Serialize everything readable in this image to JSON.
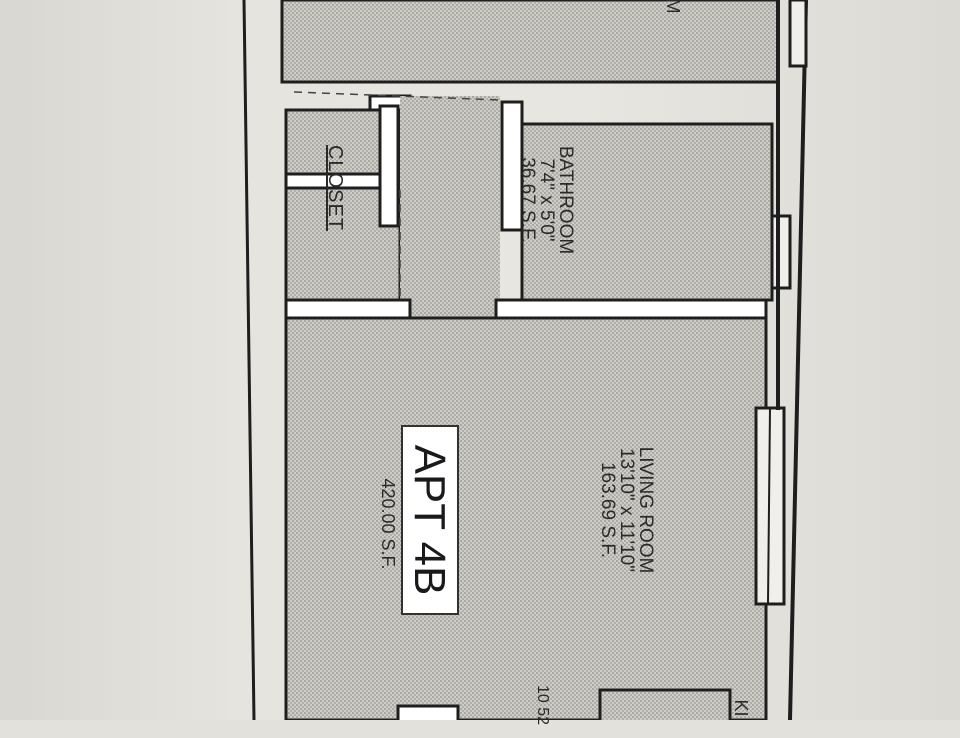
{
  "plan": {
    "colors": {
      "paper": "#e3e1dc",
      "wall": "#1e1e1e",
      "stipple": "#b9b8b3",
      "tag_bg": "#ffffff"
    },
    "rooms": {
      "bathroom": {
        "name": "BATHROOM",
        "dimensions": "7'4\" x 5'0\"",
        "area": "36.67 S.F."
      },
      "closet": {
        "name": "CLOSET"
      },
      "living_room": {
        "name": "LIVING ROOM",
        "dimensions": "13'10\" x 11'10\"",
        "area": "163.69 S.F."
      }
    },
    "unit": {
      "name": "APT 4B",
      "area": "420.00 S.F."
    },
    "partial_labels": {
      "kitchen": "KI",
      "numbers": "10 52",
      "top_room": "M"
    }
  }
}
